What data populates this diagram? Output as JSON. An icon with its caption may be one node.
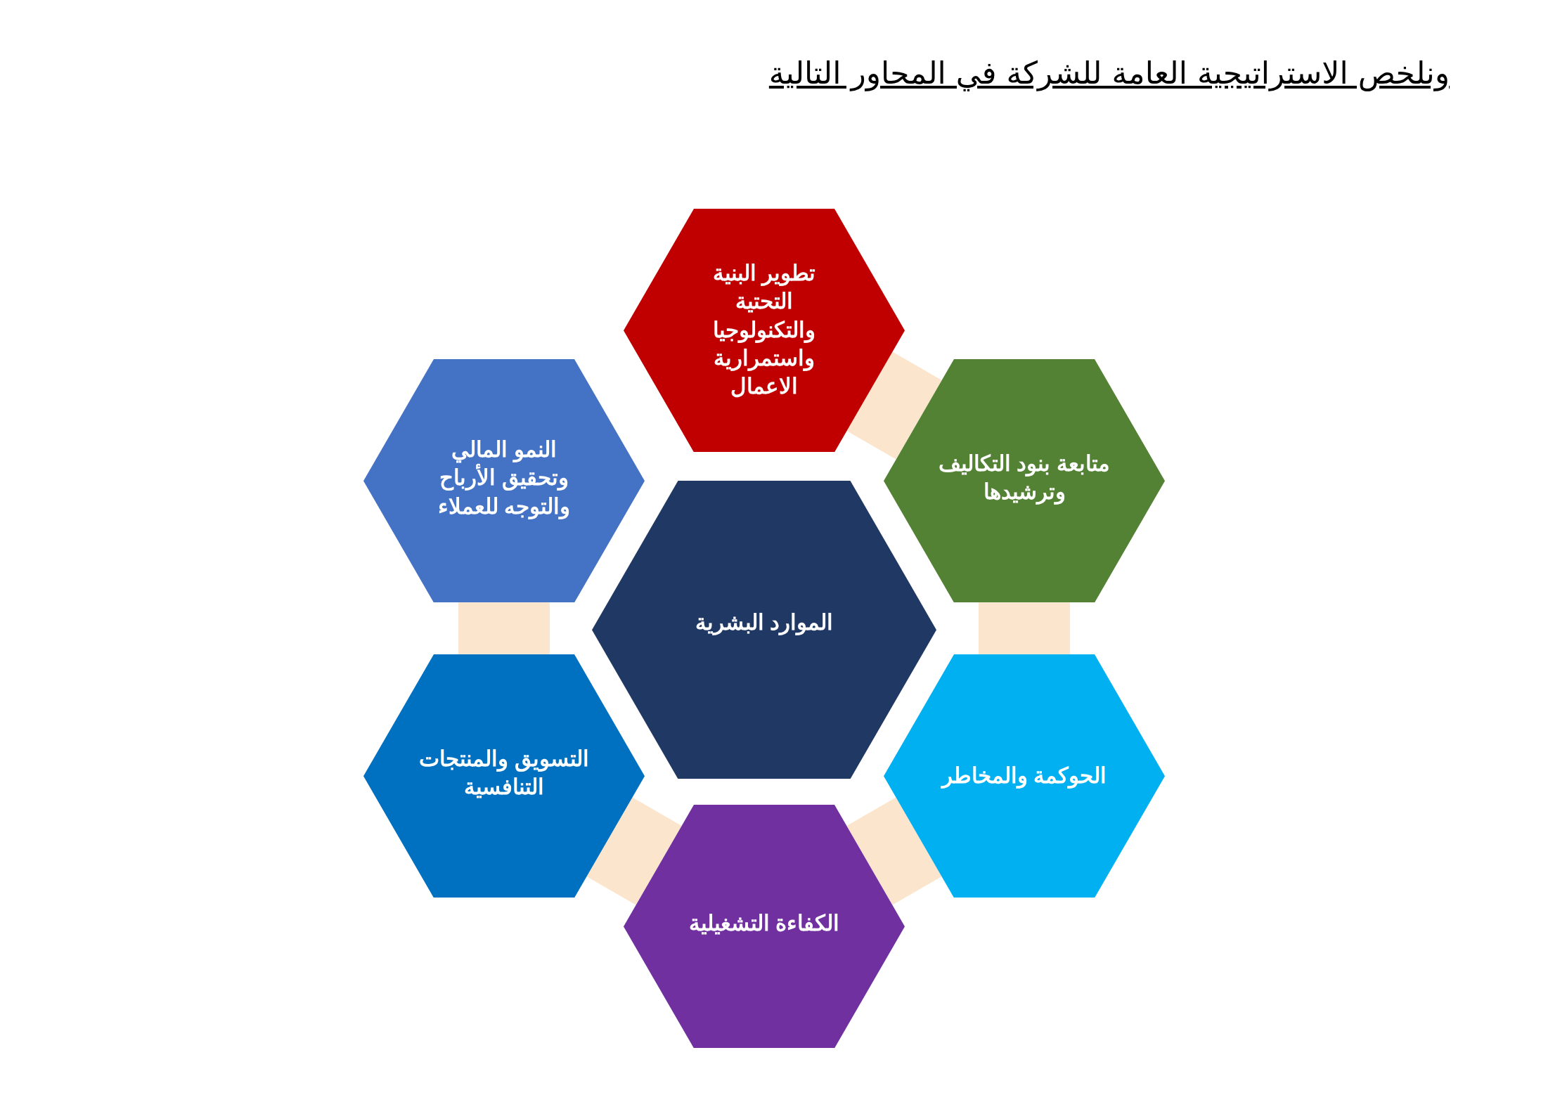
{
  "diagram": {
    "title": "ونلخص الاستراتيجية العامة للشركة في المحاور التالية",
    "nodes": [
      {
        "text": [
          "الموارد البشرية"
        ]
      },
      {
        "text": [
          "تطوير البنية التحتية والتكنولوجيا واستمرارية الاعمال"
        ]
      },
      {
        "text": [
          "متابعة بنود التكاليف وترشيدها"
        ]
      },
      {
        "text": [
          "الحوكمة والمخاطر"
        ]
      },
      {
        "text": [
          "الكفاءة التشغيلية"
        ]
      },
      {
        "text": [
          "التسويق والمنتجات التنافسية"
        ]
      },
      {
        "text": [
          "النمو المالي وتحقيق الأرباح والتوجه للعملاء"
        ]
      }
    ],
    "edges": [
      {
        "from": 1,
        "to": 2,
        "arrow": "none"
      },
      {
        "from": 2,
        "to": 3,
        "arrow": "none"
      },
      {
        "from": 3,
        "to": 4,
        "arrow": "none"
      },
      {
        "from": 4,
        "to": 5,
        "arrow": "none"
      },
      {
        "from": 5,
        "to": 6,
        "arrow": "none"
      }
    ]
  }
}
